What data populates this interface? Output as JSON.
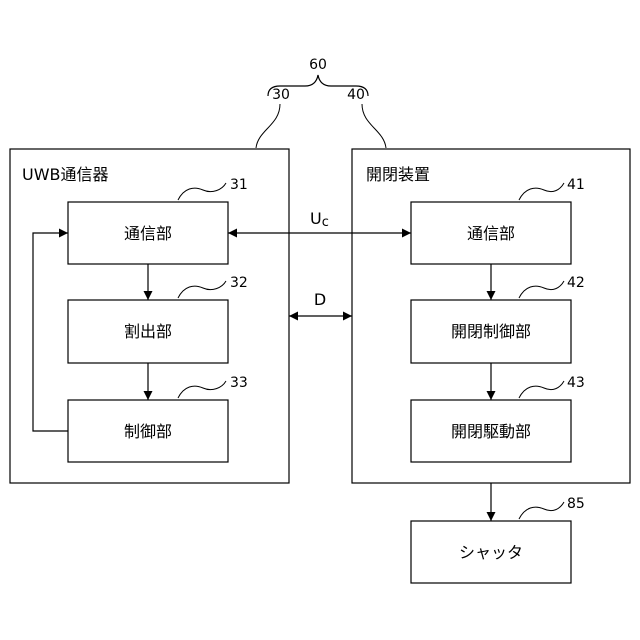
{
  "refs": {
    "group": "60",
    "uwb_device": "30",
    "opening_device": "40",
    "comm_unit_left": "31",
    "calc_unit": "32",
    "control_unit": "33",
    "comm_unit_right": "41",
    "open_close_control": "42",
    "open_close_drive": "43",
    "shutter": "85"
  },
  "labels": {
    "uwb_device": "UWB通信器",
    "opening_device": "開閉装置",
    "comm_unit_left": "通信部",
    "calc_unit": "割出部",
    "control_unit": "制御部",
    "comm_unit_right": "通信部",
    "open_close_control": "開閉制御部",
    "open_close_drive": "開閉駆動部",
    "shutter": "シャッタ"
  },
  "signals": {
    "uc_main": "U",
    "uc_sub": "c",
    "distance": "D"
  },
  "colors": {
    "line": "#000000",
    "background": "#ffffff"
  }
}
